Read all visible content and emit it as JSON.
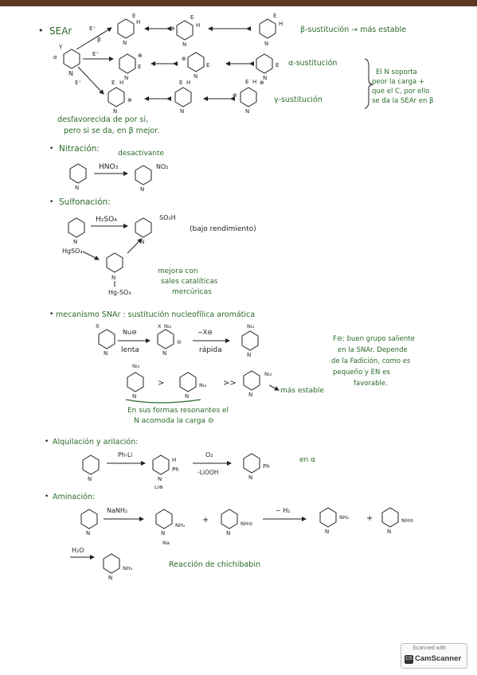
{
  "sear": {
    "bullet": "•",
    "title": "SEAr",
    "electrophile": "E⁺",
    "greek_beta": "β",
    "greek_alpha": "α",
    "greek_gamma": "γ",
    "atom_E": "E",
    "atom_H": "H",
    "atom_N": "N",
    "plus_sign": "⊕",
    "beta_text": "β-sustitución → más estable",
    "alpha_text": "α-sustitución",
    "gamma_text": "γ-sustitución",
    "note": [
      "El N soporta",
      "peor la carga +",
      "que el C, por ello",
      "se da la SEAr en β"
    ],
    "conclusion": [
      "desfavorecida de por sí,",
      "pero si se da, en β mejor."
    ]
  },
  "nitration": {
    "title": "Nitración:",
    "reagent": "HNO₃",
    "note": "desactivante",
    "group": "NO₂"
  },
  "sulfonation": {
    "title": "Sulfonación:",
    "reagent": "H₂SO₄",
    "group": "SO₃H",
    "note": "(bajo rendimiento)",
    "catalyst": "HgSO₄",
    "complex": "Hg-SO₃",
    "improve": [
      "mejora con",
      "sales catalíticas",
      "mercúricas"
    ]
  },
  "snar": {
    "title": "mecanismo SNAr : sustitución nucleofílica aromática",
    "x": "X",
    "nu": "Nu",
    "nu_minus": "Nu⊖",
    "minus_x": "−X⊖",
    "slow": "lenta",
    "fast": "rápida",
    "minus_sign": "⊖",
    "gt1": ">",
    "gt2": ">>",
    "most_stable": "más estable",
    "resonance": [
      "En sus formas resonantes el",
      "N acomoda la carga ⊖"
    ],
    "fluoride": [
      "F⊖: buen grupo saliente",
      "en la SNAr. Depende",
      "de la Fadición, como es",
      "pequeño y EN es",
      "favorable."
    ]
  },
  "alkylation": {
    "title": "Alquilación y arilación:",
    "reagent": "Ph-Li",
    "oxidant": "O₂",
    "byproduct": "-LiOOH",
    "li": "Li⊕",
    "ph": "Ph",
    "h": "H",
    "note": "en α"
  },
  "amination": {
    "title": "Aminación:",
    "reagent": "NaNH₂",
    "plus": "+",
    "h2": "− H₂",
    "na": "Na",
    "nh2": "NH₂",
    "nh_minus": "NH⊖",
    "h2o": "H₂O",
    "product": "NH₂",
    "name": "Reacción de chichibabin"
  },
  "stamp": {
    "line1": "Scanned with",
    "line2": "CamScanner",
    "logo": "CS"
  }
}
